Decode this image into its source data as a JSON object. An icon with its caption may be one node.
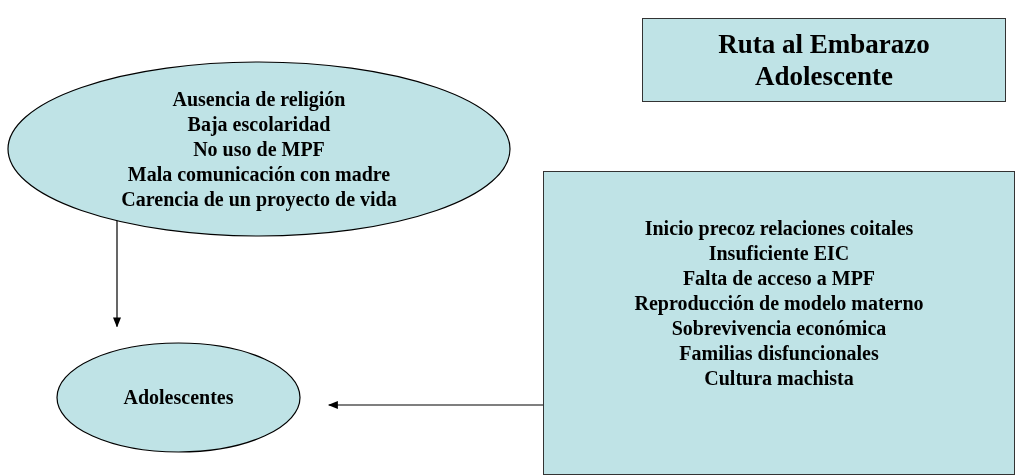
{
  "diagram": {
    "title": "Ruta al Embarazo Adolescente",
    "nodes": [
      {
        "text": [
          "Ausencia de religión Baja escolaridad No uso de MPF Mala comunicación con madre Carencia de un proyecto de vida"
        ]
      },
      {
        "text": [
          "Adolescentes"
        ]
      },
      {
        "text": [
          "Inicio precoz relaciones coitales Insuficiente EIC Falta de acceso a MPF Reproducción de modelo materno Sobrevivencia económica Familias disfuncionales Cultura machista"
        ]
      }
    ],
    "edges": [
      {
        "from": 0,
        "to": 1,
        "arrow": "to"
      },
      {
        "from": 2,
        "to": 1,
        "arrow": "to"
      }
    ]
  }
}
